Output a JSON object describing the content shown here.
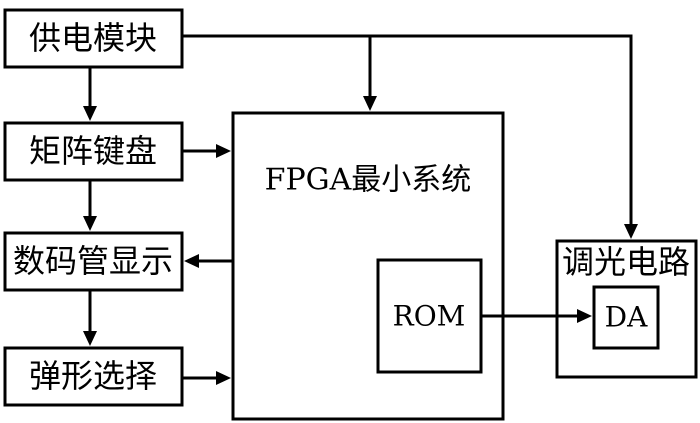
{
  "diagram": {
    "blocks": {
      "power": "供电模块",
      "keypad": "矩阵键盘",
      "display": "数码管显示",
      "select": "弹形选择",
      "fpga": "FPGA最小系统",
      "rom": "ROM",
      "dimmer": "调光电路",
      "da": "DA"
    },
    "connections": [
      {
        "from": "power",
        "to": "keypad"
      },
      {
        "from": "keypad",
        "to": "display"
      },
      {
        "from": "display",
        "to": "select"
      },
      {
        "from": "power",
        "to": "fpga"
      },
      {
        "from": "power",
        "to": "dimmer"
      },
      {
        "from": "keypad",
        "to": "fpga"
      },
      {
        "from": "fpga",
        "to": "display"
      },
      {
        "from": "select",
        "to": "fpga"
      },
      {
        "from": "rom",
        "to": "da"
      }
    ]
  }
}
